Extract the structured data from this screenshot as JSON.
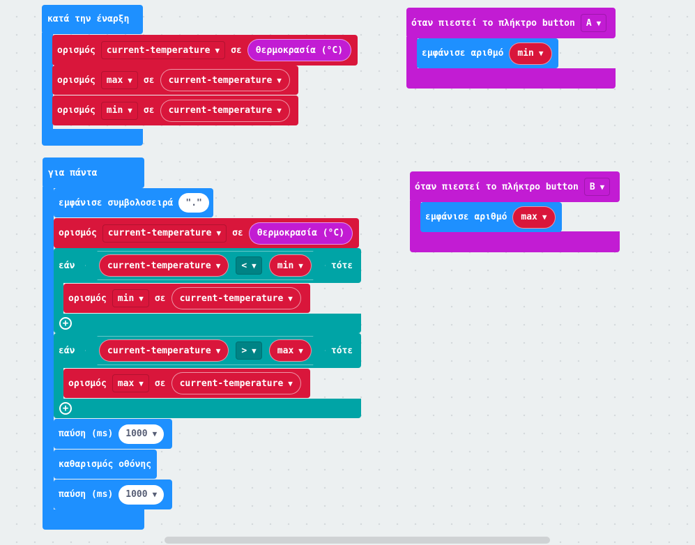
{
  "on_start": {
    "label": "κατά την έναρξη",
    "stmt1": {
      "set_label": "ορισμός",
      "var": "current-temperature",
      "to_label": "σε",
      "value": "θερμοκρασία (°C)"
    },
    "stmt2": {
      "set_label": "ορισμός",
      "var": "max",
      "to_label": "σε",
      "value": "current-temperature"
    },
    "stmt3": {
      "set_label": "ορισμός",
      "var": "min",
      "to_label": "σε",
      "value": "current-temperature"
    }
  },
  "forever": {
    "label": "για πάντα",
    "show_string": {
      "label": "εμφάνισε συμβολοσειρά",
      "value": "\".\""
    },
    "set_temp": {
      "set_label": "ορισμός",
      "var": "current-temperature",
      "to_label": "σε",
      "value": "θερμοκρασία (°C)"
    },
    "if1": {
      "if_label": "εάν",
      "then_label": "τότε",
      "left": "current-temperature",
      "op": "<",
      "right": "min",
      "set_label": "ορισμός",
      "var": "min",
      "to_label": "σε",
      "value": "current-temperature"
    },
    "if2": {
      "if_label": "εάν",
      "then_label": "τότε",
      "left": "current-temperature",
      "op": ">",
      "right": "max",
      "set_label": "ορισμός",
      "var": "max",
      "to_label": "σε",
      "value": "current-temperature"
    },
    "pause1": {
      "label": "παύση (ms)",
      "value": "1000"
    },
    "clear": {
      "label": "καθαρισμός οθόνης"
    },
    "pause2": {
      "label": "παύση (ms)",
      "value": "1000"
    }
  },
  "button_a": {
    "label": "όταν πιεστεί το πλήκτρο button",
    "button": "A",
    "show_label": "εμφάνισε αριθμό",
    "value": "min"
  },
  "button_b": {
    "label": "όταν πιεστεί το πλήκτρο button",
    "button": "B",
    "show_label": "εμφάνισε αριθμό",
    "value": "max"
  },
  "icons": {
    "dropdown": "caret-down-icon",
    "add": "plus-circle-icon"
  },
  "colors": {
    "variables": "#d9163b",
    "basic": "#1e90ff",
    "input": "#c21cd3",
    "logic": "#00a4a6",
    "workspace": "#ecf0f1"
  }
}
